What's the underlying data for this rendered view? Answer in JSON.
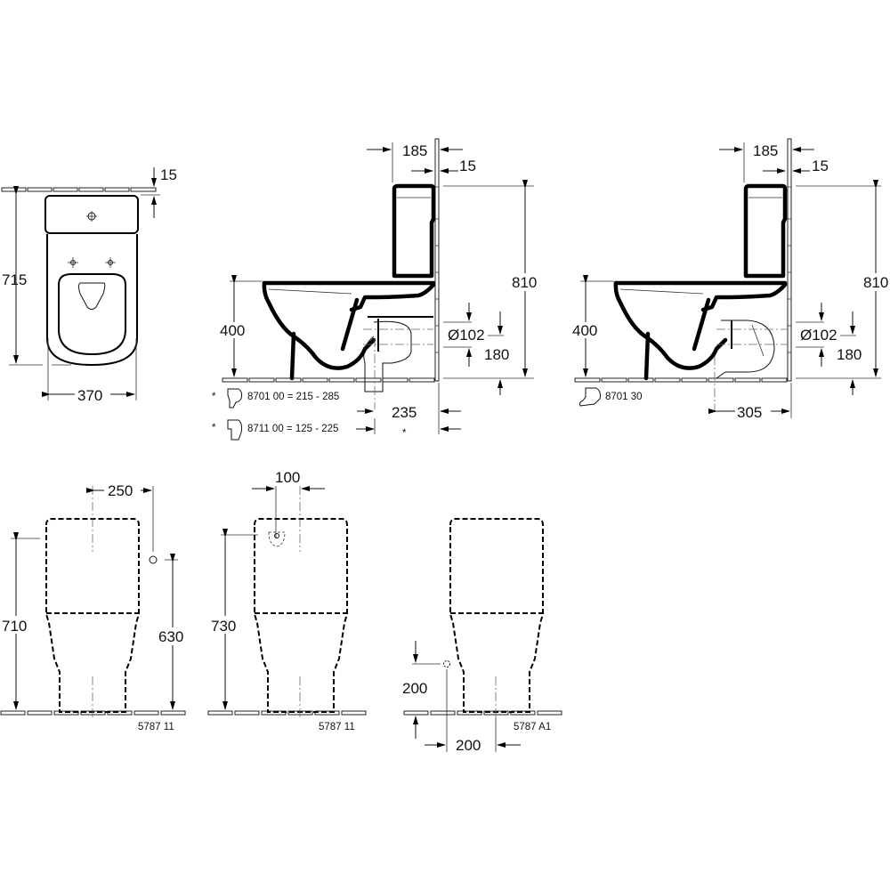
{
  "top_view": {
    "dim_top_gap": "15",
    "dim_depth": "715",
    "dim_width": "370"
  },
  "side_view_1": {
    "dim_tank_depth": "185",
    "dim_wall_gap": "15",
    "dim_total_height": "810",
    "dim_seat_height": "400",
    "dim_outlet_diameter": "Ø102",
    "dim_outlet_height": "180",
    "dim_outlet_offset": "235",
    "asterisk": "*",
    "accessories": [
      {
        "marker": "*",
        "label": "8701 00 = 215 - 285"
      },
      {
        "marker": "*",
        "label": "8711 00 = 125 - 225"
      }
    ]
  },
  "side_view_2": {
    "dim_tank_depth": "185",
    "dim_wall_gap": "15",
    "dim_total_height": "810",
    "dim_seat_height": "400",
    "dim_outlet_diameter": "Ø102",
    "dim_outlet_height": "180",
    "dim_outlet_offset": "305",
    "accessory": {
      "label": "8701 30"
    }
  },
  "front_view_1": {
    "dim_inlet_offset": "250",
    "dim_height_left": "710",
    "dim_inlet_height": "630",
    "model": "5787 11"
  },
  "front_view_2": {
    "dim_inlet_offset": "100",
    "dim_height": "730",
    "model": "5787 11"
  },
  "front_view_3": {
    "dim_inlet_height": "200",
    "dim_inlet_offset": "200",
    "model": "5787 A1"
  }
}
